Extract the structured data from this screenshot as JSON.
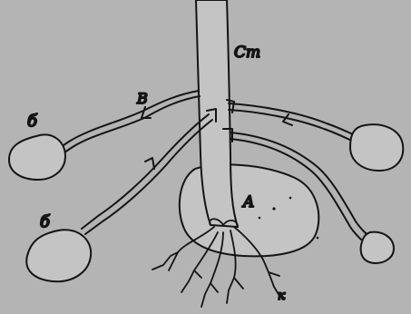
{
  "figure": {
    "labels": {
      "stem": "Cm",
      "mother_tuber": "A",
      "stolon_mark": "B",
      "tuber_left_top": "б",
      "tuber_left_bottom": "б",
      "roots": "к"
    }
  },
  "colors": {
    "background": "#b4b4b4",
    "ink": "#141414",
    "fill": "#c4c4c4"
  }
}
